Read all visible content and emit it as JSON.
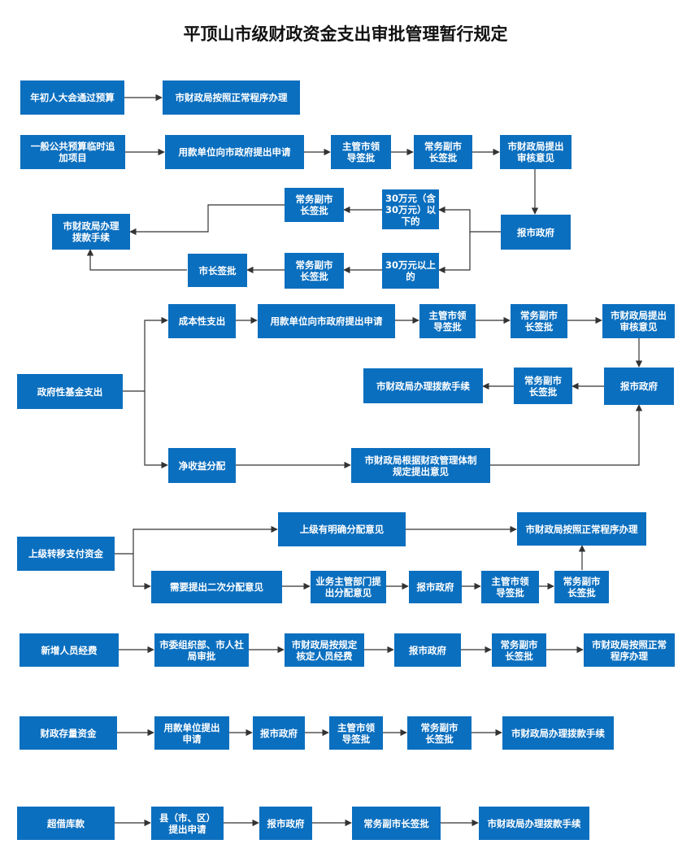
{
  "title": "平顶山市级财政资金支出审批管理暂行规定",
  "colors": {
    "box": "#0b6fbf",
    "line": "#333333",
    "text": "#ffffff"
  },
  "boxes": {
    "s1_a": "年初人大会通过预算",
    "s1_b": "市财政局按照正常程序办理",
    "s2_a": "一般公共预算临时追\n加项目",
    "s2_b": "用款单位向市政府提出申请",
    "s2_c": "主管市领\n导签批",
    "s2_d": "常务副市\n长签批",
    "s2_e": "市财政局提出\n审核意见",
    "s2_f": "报市政府",
    "s2_g": "30万元（含\n30万元）以\n下的",
    "s2_h": "30万元以上\n的",
    "s2_i": "常务副市\n长签批",
    "s2_j": "常务副市\n长签批",
    "s2_k": "市长签批",
    "s2_l": "市财政局办理\n拨款手续",
    "s3_a": "政府性基金支出",
    "s3_b": "成本性支出",
    "s3_c": "用款单位向市政府提出申请",
    "s3_d": "主管市领\n导签批",
    "s3_e": "常务副市\n长签批",
    "s3_f": "市财政局提出\n审核意见",
    "s3_g": "报市政府",
    "s3_h": "常务副市\n长签批",
    "s3_i": "市财政局办理拨款手续",
    "s3_j": "净收益分配",
    "s3_k": "市财政局根据财政管理体制\n规定提出意见",
    "s4_a": "上级转移支付资金",
    "s4_b": "上级有明确分配意见",
    "s4_c": "市财政局按照正常程序办理",
    "s4_d": "需要提出二次分配意见",
    "s4_e": "业务主管部门提\n出分配意见",
    "s4_f": "报市政府",
    "s4_g": "主管市领\n导签批",
    "s4_h": "常务副市\n长签批",
    "s5_a": "新增人员经费",
    "s5_b": "市委组织部、市人社\n局审批",
    "s5_c": "市财政局按规定\n核定人员经费",
    "s5_d": "报市政府",
    "s5_e": "常务副市\n长签批",
    "s5_f": "市财政局按照正常\n程序办理",
    "s6_a": "财政存量资金",
    "s6_b": "用款单位提出\n申请",
    "s6_c": "报市政府",
    "s6_d": "主管市领\n导签批",
    "s6_e": "常务副市\n长签批",
    "s6_f": "市财政局办理拨款手续",
    "s7_a": "超借库款",
    "s7_b": "县（市、区）\n提出申请",
    "s7_c": "报市政府",
    "s7_d": "常务副市长签批",
    "s7_e": "市财政局办理拨款手续"
  }
}
